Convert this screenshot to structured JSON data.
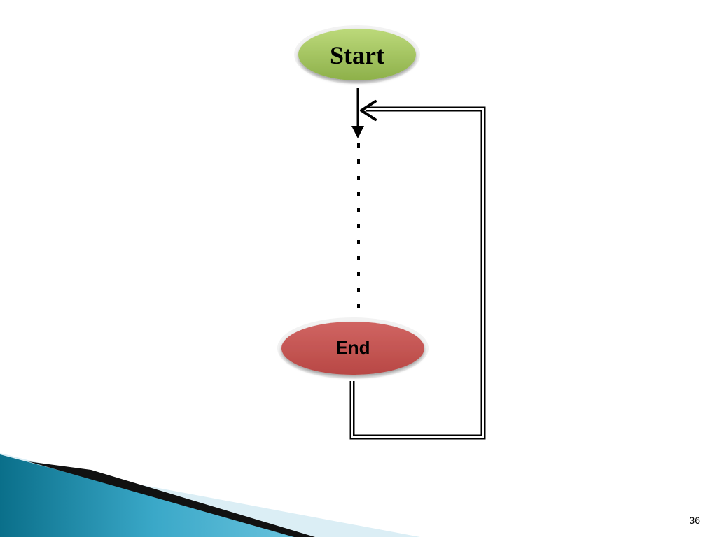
{
  "diagram": {
    "start": {
      "label": "Start",
      "fill": "#9bbb59",
      "text_color": "#000000"
    },
    "end": {
      "label": "End",
      "fill": "#c0504d",
      "text_color": "#000000"
    },
    "connector_color": "#000000",
    "icons": [
      "arrow-down-icon",
      "arrow-left-icon"
    ]
  },
  "footer": {
    "page_number": "36"
  },
  "theme": {
    "band_dark": "#0b7a95",
    "band_light": "#dbeef5",
    "band_stripe": "#111111"
  }
}
